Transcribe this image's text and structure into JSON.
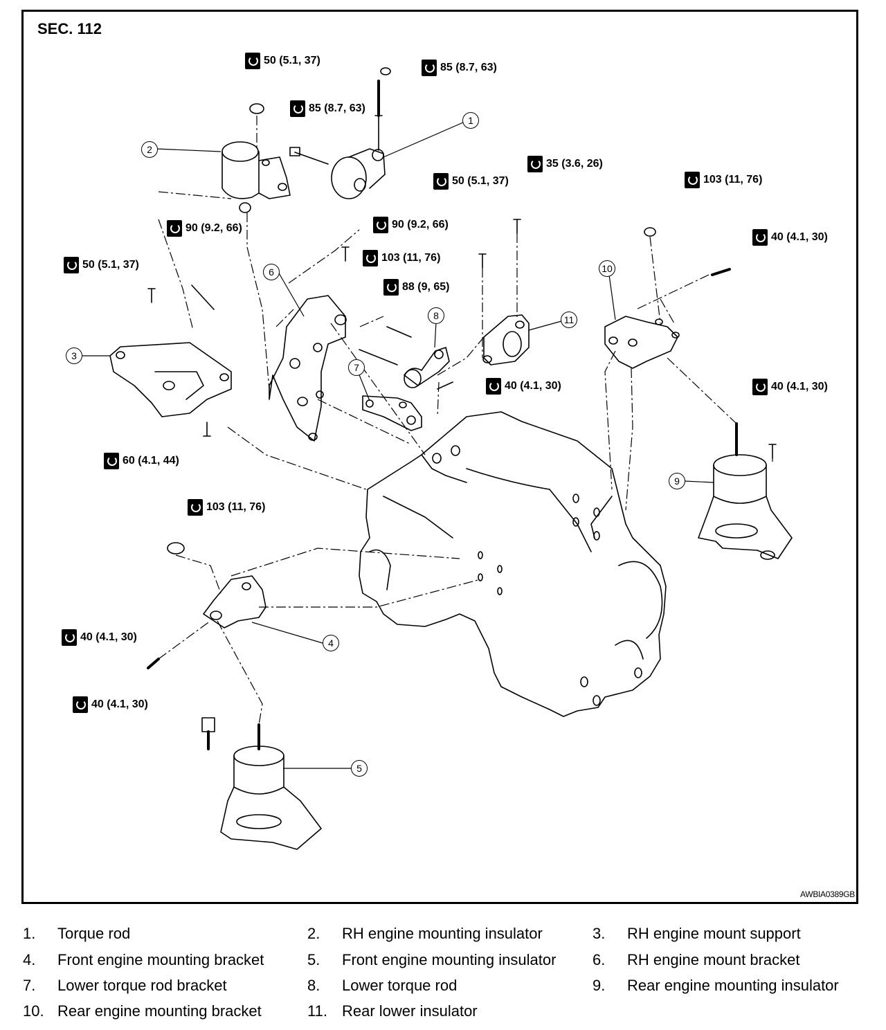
{
  "diagram": {
    "section": "SEC. 112",
    "figure_code": "AWBIA0389GB",
    "torque_specs": [
      {
        "id": "t1",
        "value": "50 (5.1, 37)"
      },
      {
        "id": "t2",
        "value": "85 (8.7, 63)"
      },
      {
        "id": "t3",
        "value": "85 (8.7, 63)"
      },
      {
        "id": "t4",
        "value": "35 (3.6, 26)"
      },
      {
        "id": "t5",
        "value": "50 (5.1, 37)"
      },
      {
        "id": "t6",
        "value": "103 (11, 76)"
      },
      {
        "id": "t7",
        "value": "90 (9.2, 66)"
      },
      {
        "id": "t8",
        "value": "90 (9.2, 66)"
      },
      {
        "id": "t9",
        "value": "40 (4.1, 30)"
      },
      {
        "id": "t10",
        "value": "50 (5.1, 37)"
      },
      {
        "id": "t11",
        "value": "103 (11, 76)"
      },
      {
        "id": "t12",
        "value": "88 (9, 65)"
      },
      {
        "id": "t13",
        "value": "40 (4.1, 30)"
      },
      {
        "id": "t14",
        "value": "40 (4.1, 30)"
      },
      {
        "id": "t15",
        "value": "60 (4.1, 44)"
      },
      {
        "id": "t16",
        "value": "103 (11, 76)"
      },
      {
        "id": "t17",
        "value": "40 (4.1, 30)"
      },
      {
        "id": "t18",
        "value": "40 (4.1, 30)"
      }
    ],
    "callouts": [
      "1",
      "2",
      "3",
      "4",
      "5",
      "6",
      "7",
      "8",
      "9",
      "10",
      "11"
    ]
  },
  "legend": [
    {
      "num": "1.",
      "label": "Torque rod"
    },
    {
      "num": "2.",
      "label": "RH engine mounting insulator"
    },
    {
      "num": "3.",
      "label": "RH engine mount support"
    },
    {
      "num": "4.",
      "label": "Front engine mounting bracket"
    },
    {
      "num": "5.",
      "label": "Front engine mounting insulator"
    },
    {
      "num": "6.",
      "label": "RH engine mount bracket"
    },
    {
      "num": "7.",
      "label": "Lower torque rod bracket"
    },
    {
      "num": "8.",
      "label": "Lower torque rod"
    },
    {
      "num": "9.",
      "label": "Rear engine mounting insulator"
    },
    {
      "num": "10.",
      "label": "Rear engine mounting bracket"
    },
    {
      "num": "11.",
      "label": "Rear lower insulator"
    }
  ]
}
